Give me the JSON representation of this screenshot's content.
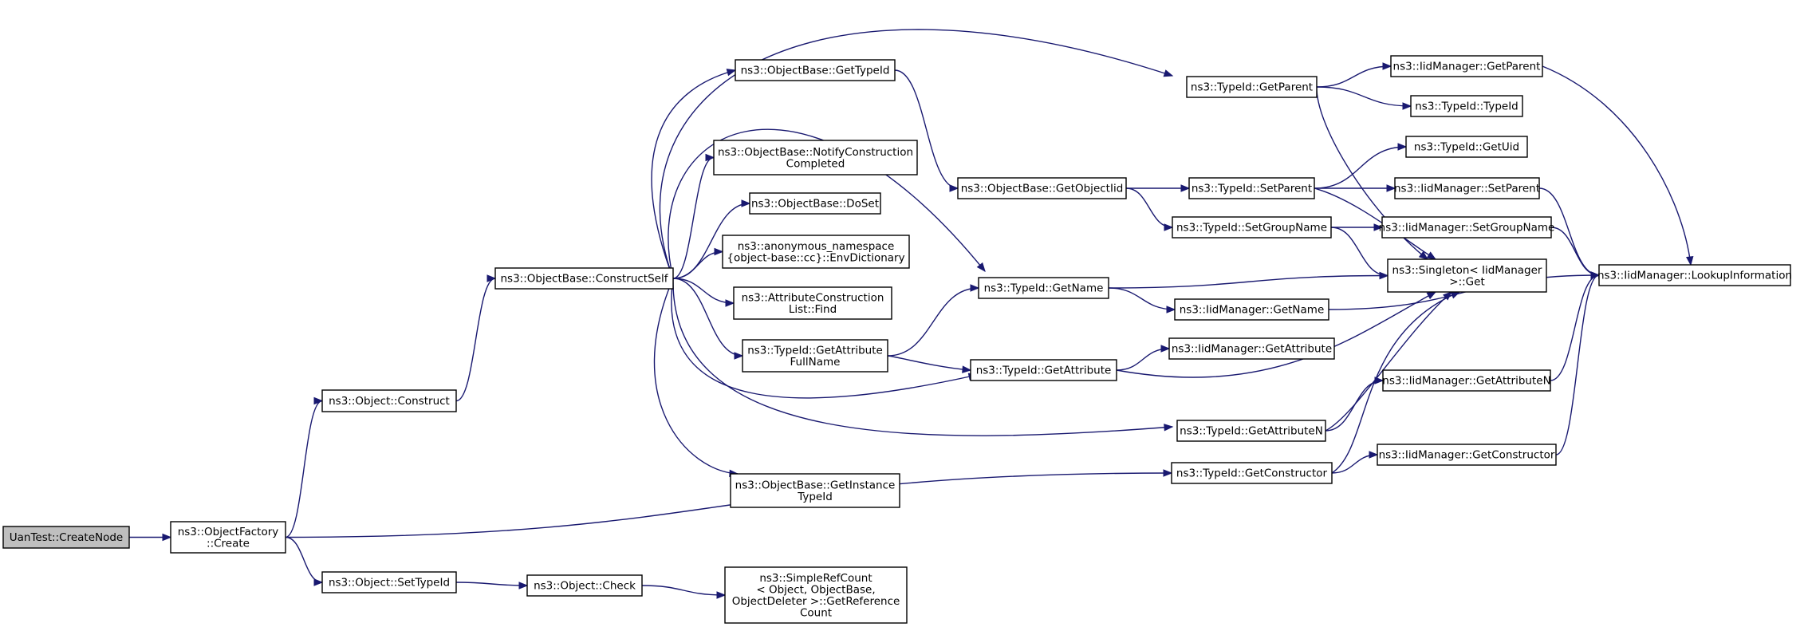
{
  "nodes": [
    {
      "id": "n0",
      "lines": [
        "UanTest::CreateNode"
      ],
      "root": true
    },
    {
      "id": "n1",
      "lines": [
        "ns3::ObjectFactory",
        "::Create"
      ]
    },
    {
      "id": "n2",
      "lines": [
        "ns3::Object::Construct"
      ]
    },
    {
      "id": "n3",
      "lines": [
        "ns3::Object::SetTypeId"
      ]
    },
    {
      "id": "n4",
      "lines": [
        "ns3::ObjectBase::ConstructSelf"
      ]
    },
    {
      "id": "n5",
      "lines": [
        "ns3::Object::Check"
      ]
    },
    {
      "id": "n6",
      "lines": [
        "ns3::SimpleRefCount",
        "< Object, ObjectBase,",
        "ObjectDeleter >::GetReference",
        "Count"
      ]
    },
    {
      "id": "n7",
      "lines": [
        "ns3::ObjectBase::GetTypeId"
      ]
    },
    {
      "id": "n8",
      "lines": [
        "ns3::ObjectBase::NotifyConstruction",
        "Completed"
      ]
    },
    {
      "id": "n9",
      "lines": [
        "ns3::ObjectBase::DoSet"
      ]
    },
    {
      "id": "n10",
      "lines": [
        "ns3::anonymous_namespace",
        "{object-base::cc}::EnvDictionary"
      ]
    },
    {
      "id": "n11",
      "lines": [
        "ns3::AttributeConstruction",
        "List::Find"
      ]
    },
    {
      "id": "n12",
      "lines": [
        "ns3::TypeId::GetAttribute",
        "FullName"
      ]
    },
    {
      "id": "n13",
      "lines": [
        "ns3::ObjectBase::GetInstance",
        "TypeId"
      ]
    },
    {
      "id": "n14",
      "lines": [
        "ns3::ObjectBase::GetObjectIid"
      ]
    },
    {
      "id": "n15",
      "lines": [
        "ns3::TypeId::GetName"
      ]
    },
    {
      "id": "n16",
      "lines": [
        "ns3::TypeId::GetAttribute"
      ]
    },
    {
      "id": "n17",
      "lines": [
        "ns3::TypeId::GetParent"
      ]
    },
    {
      "id": "n18",
      "lines": [
        "ns3::TypeId::SetParent"
      ]
    },
    {
      "id": "n19",
      "lines": [
        "ns3::TypeId::SetGroupName"
      ]
    },
    {
      "id": "n20",
      "lines": [
        "ns3::IidManager::GetName"
      ]
    },
    {
      "id": "n21",
      "lines": [
        "ns3::IidManager::GetAttribute"
      ]
    },
    {
      "id": "n22",
      "lines": [
        "ns3::TypeId::GetAttributeN"
      ]
    },
    {
      "id": "n23",
      "lines": [
        "ns3::TypeId::GetConstructor"
      ]
    },
    {
      "id": "n24",
      "lines": [
        "ns3::IidManager::GetParent"
      ]
    },
    {
      "id": "n25",
      "lines": [
        "ns3::TypeId::TypeId"
      ]
    },
    {
      "id": "n26",
      "lines": [
        "ns3::TypeId::GetUid"
      ]
    },
    {
      "id": "n27",
      "lines": [
        "ns3::IidManager::SetParent"
      ]
    },
    {
      "id": "n28",
      "lines": [
        "ns3::IidManager::SetGroupName"
      ]
    },
    {
      "id": "n29",
      "lines": [
        "ns3::Singleton< IidManager",
        ">::Get"
      ]
    },
    {
      "id": "n30",
      "lines": [
        "ns3::IidManager::GetAttributeN"
      ]
    },
    {
      "id": "n31",
      "lines": [
        "ns3::IidManager::GetConstructor"
      ]
    },
    {
      "id": "n32",
      "lines": [
        "ns3::IidManager::LookupInformation"
      ]
    }
  ],
  "edges": [
    [
      "n0",
      "n1"
    ],
    [
      "n1",
      "n2"
    ],
    [
      "n1",
      "n23"
    ],
    [
      "n1",
      "n3"
    ],
    [
      "n2",
      "n4"
    ],
    [
      "n3",
      "n5"
    ],
    [
      "n5",
      "n6"
    ],
    [
      "n4",
      "n17"
    ],
    [
      "n4",
      "n7"
    ],
    [
      "n4",
      "n15"
    ],
    [
      "n4",
      "n8"
    ],
    [
      "n4",
      "n9"
    ],
    [
      "n4",
      "n10"
    ],
    [
      "n4",
      "n11"
    ],
    [
      "n4",
      "n12"
    ],
    [
      "n4",
      "n16"
    ],
    [
      "n4",
      "n22"
    ],
    [
      "n4",
      "n13"
    ],
    [
      "n7",
      "n14"
    ],
    [
      "n14",
      "n18"
    ],
    [
      "n14",
      "n19"
    ],
    [
      "n12",
      "n15"
    ],
    [
      "n12",
      "n16"
    ],
    [
      "n15",
      "n29"
    ],
    [
      "n15",
      "n20"
    ],
    [
      "n16",
      "n21"
    ],
    [
      "n16",
      "n29"
    ],
    [
      "n17",
      "n24"
    ],
    [
      "n17",
      "n25"
    ],
    [
      "n17",
      "n29"
    ],
    [
      "n18",
      "n26"
    ],
    [
      "n18",
      "n27"
    ],
    [
      "n18",
      "n29"
    ],
    [
      "n19",
      "n28"
    ],
    [
      "n19",
      "n29"
    ],
    [
      "n20",
      "n32"
    ],
    [
      "n22",
      "n29"
    ],
    [
      "n22",
      "n30"
    ],
    [
      "n23",
      "n31"
    ],
    [
      "n23",
      "n29"
    ],
    [
      "n24",
      "n32"
    ],
    [
      "n27",
      "n32"
    ],
    [
      "n28",
      "n32"
    ],
    [
      "n30",
      "n32"
    ],
    [
      "n31",
      "n32"
    ]
  ]
}
